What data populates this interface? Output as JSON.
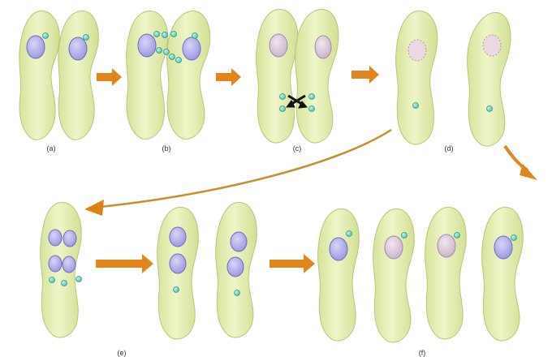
{
  "stages": [
    {
      "label": "(a)",
      "description_cells": 2
    },
    {
      "label": "(b)",
      "description_cells": 2
    },
    {
      "label": "(c)",
      "description_cells": 2
    },
    {
      "label": "(d)",
      "description_cells": 2
    },
    {
      "label": "(e)",
      "description_cells": 3
    },
    {
      "label": "(f)",
      "description_cells": 4
    }
  ],
  "colors": {
    "cell_fill": "#e2ecb0",
    "cell_stroke": "#b7c77a",
    "macronucleus": "#a9a6e6",
    "macronucleus_stroke": "#6f6bbf",
    "micronucleus": "#6fd0c0",
    "micronucleus_stroke": "#2f9a8a",
    "faded_nucleus": "#d9c9d6",
    "arrow": "#e0861c",
    "exchange_arrow": "#111111"
  },
  "icons": {
    "process_arrow": "orange-arrow-icon",
    "exchange_arrows": "crossing-black-arrows-icon"
  }
}
